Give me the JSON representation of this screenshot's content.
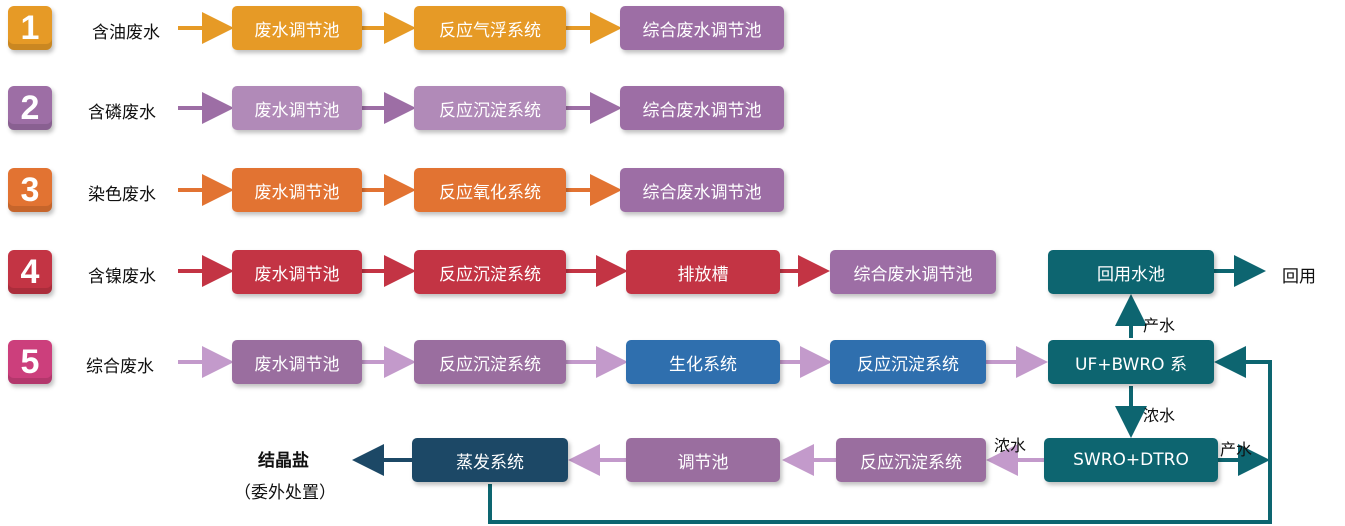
{
  "rows": [
    {
      "num": "1",
      "source": "含油废水",
      "steps": [
        "废水调节池",
        "反应气浮系统",
        "综合废水调节池"
      ]
    },
    {
      "num": "2",
      "source": "含磷废水",
      "steps": [
        "废水调节池",
        "反应沉淀系统",
        "综合废水调节池"
      ]
    },
    {
      "num": "3",
      "source": "染色废水",
      "steps": [
        "废水调节池",
        "反应氧化系统",
        "综合废水调节池"
      ]
    },
    {
      "num": "4",
      "source": "含镍废水",
      "steps": [
        "废水调节池",
        "反应沉淀系统",
        "排放槽",
        "综合废水调节池"
      ]
    },
    {
      "num": "5",
      "source": "综合废水",
      "steps": [
        "废水调节池",
        "反应沉淀系统",
        "生化系统",
        "反应沉淀系统"
      ]
    }
  ],
  "reuse": {
    "pool": "回用水池",
    "out": "回用",
    "product_label": "产水"
  },
  "uf": {
    "label": "UF+BWRO 系",
    "conc_label": "浓水"
  },
  "swro": {
    "label": "SWRO+DTRO",
    "conc_label": "浓水",
    "product_label": "产水"
  },
  "bottom": {
    "steps": [
      "反应沉淀系统",
      "调节池",
      "蒸发系统"
    ],
    "salt": "结晶盐",
    "salt_note": "（委外处置）"
  },
  "colors": {
    "orange": "#e69a26",
    "purple": "#9d6ea5",
    "red": "#c33444",
    "teal": "#0d6570"
  }
}
